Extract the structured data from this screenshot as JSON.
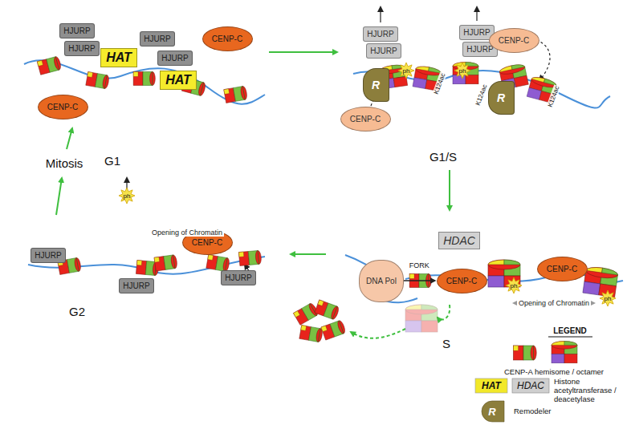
{
  "diagram": {
    "nodes": [
      {
        "text": [
          "HJURP"
        ]
      },
      {
        "text": [
          "HJURP"
        ]
      },
      {
        "text": [
          "HAT"
        ]
      },
      {
        "text": [
          "HJURP"
        ]
      },
      {
        "text": [
          "HJURP"
        ]
      },
      {
        "text": [
          "HAT"
        ]
      },
      {
        "text": [
          "CENP-C"
        ]
      },
      {
        "text": [
          "CENP-C"
        ]
      },
      {
        "text": [
          "HJURP"
        ]
      },
      {
        "text": [
          "HJURP"
        ]
      },
      {
        "text": [
          "HJURP"
        ]
      },
      {
        "text": [
          "HJURP"
        ]
      },
      {
        "text": [
          "CENP-C"
        ]
      },
      {
        "text": [
          "R"
        ]
      },
      {
        "text": [
          "R"
        ]
      },
      {
        "text": [
          "CENP-C"
        ]
      },
      {
        "text": [
          "DNA Pol"
        ]
      },
      {
        "text": [
          "HDAC"
        ]
      },
      {
        "text": [
          "CENP-C"
        ]
      },
      {
        "text": [
          "CENP-C"
        ]
      },
      {
        "text": [
          "HJURP"
        ]
      },
      {
        "text": [
          "CENP-C"
        ]
      },
      {
        "text": [
          "HJURP"
        ]
      },
      {
        "text": [
          "HJURP"
        ]
      }
    ],
    "edges": [
      {
        "from": 16,
        "to": 18,
        "label": "FORK",
        "arrow": "to"
      }
    ],
    "labels": [
      "G1",
      "G1/S",
      "S",
      "G2",
      "Mitosis",
      "ph",
      "ph",
      "ph",
      "ph",
      "ph",
      "K124ac",
      "K124ac",
      "K124ac",
      "Opening of Chromatin",
      "Opening of Chromatin",
      "LEGEND",
      "HAT",
      "HDAC",
      "R"
    ],
    "legend": [
      {
        "text": "CENP-A hemisome / octamer"
      },
      {
        "text": "Histone acetyltransferase / deacetylase",
        "color": "#f2e829"
      },
      {
        "text": "Remodeler",
        "color": "#8c7e3c"
      }
    ]
  }
}
